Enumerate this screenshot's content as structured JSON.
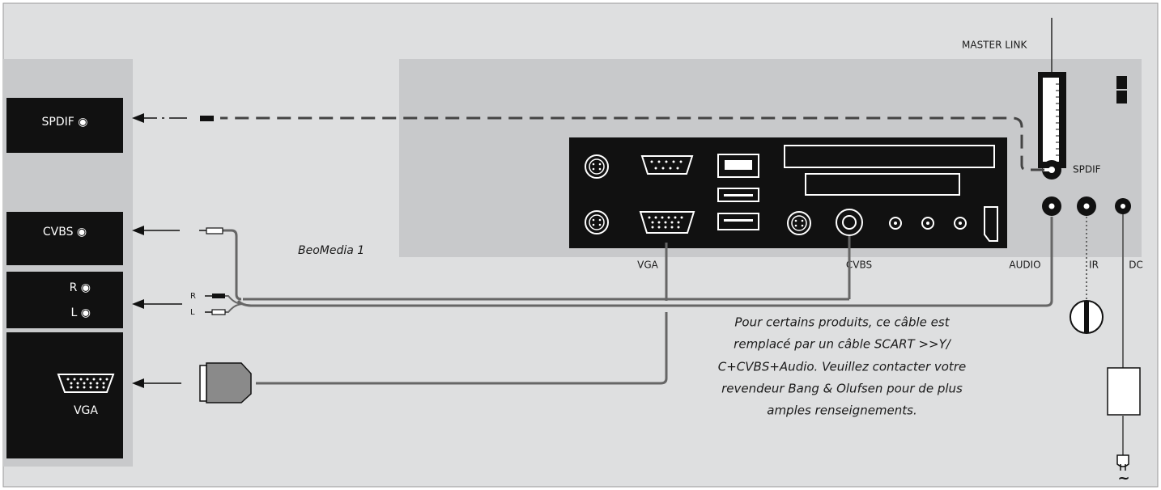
{
  "colors": {
    "background": "#dedfe0",
    "panel": "#c8c9cb",
    "connector_panel": "#111111",
    "cable": "#555555",
    "text": "#1a1a1a"
  },
  "tv_panel": {
    "spdif_label": "SPDIF ◉",
    "cvbs_label": "CVBS ◉",
    "r_label": "R ◉",
    "l_label": "L ◉",
    "vga_label": "VGA"
  },
  "device": {
    "name": "BeoMedia 1",
    "master_link_label": "MASTER LINK",
    "spdif_label": "SPDIF",
    "audio_label": "AUDIO",
    "ir_label": "IR",
    "dc_label": "DC",
    "vga_label": "VGA",
    "cvbs_label": "CVBS"
  },
  "cable": {
    "r_label": "R",
    "l_label": "L"
  },
  "note": {
    "lines": [
      "Pour certains produits, ce câble est",
      "remplacé par un câble SCART >>Y/",
      "C+CVBS+Audio. Veuillez contacter votre",
      "revendeur Bang & Olufsen pour de plus",
      "amples renseignements."
    ]
  },
  "mains_symbol": "~"
}
